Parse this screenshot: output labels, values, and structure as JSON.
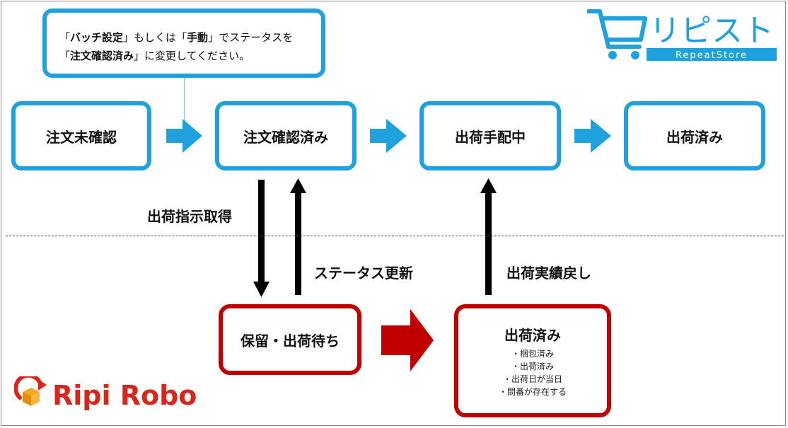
{
  "note": {
    "p1": "「",
    "b1": "バッチ設定",
    "p2": "」もしくは「",
    "b2": "手動",
    "p3": "」でステータスを「",
    "b3": "注文確認済み",
    "p4": "」に変更してください。"
  },
  "logo_repeatstore": {
    "text": "リピスト",
    "sub": "RepeatStore",
    "icon": "shopping-cart-icon"
  },
  "logo_ripirobo": {
    "text": "Ripi Robo",
    "icon": "box-arrow-icon"
  },
  "statuses": [
    "注文未確認",
    "注文確認済み",
    "出荷手配中",
    "出荷済み"
  ],
  "labels": {
    "get_instruction": "出荷指示取得",
    "status_update": "ステータス更新",
    "result_return": "出荷実績戻し"
  },
  "warehouse": {
    "hold": "保留・出荷待ち",
    "shipped_title": "出荷済み",
    "conditions": [
      "・梱包済み",
      "・出荷済み",
      "・出荷日が当日",
      "・問番が存在する"
    ]
  },
  "colors": {
    "blue": "#1ea1dd",
    "red": "#c00000",
    "arrow": "#000000"
  }
}
